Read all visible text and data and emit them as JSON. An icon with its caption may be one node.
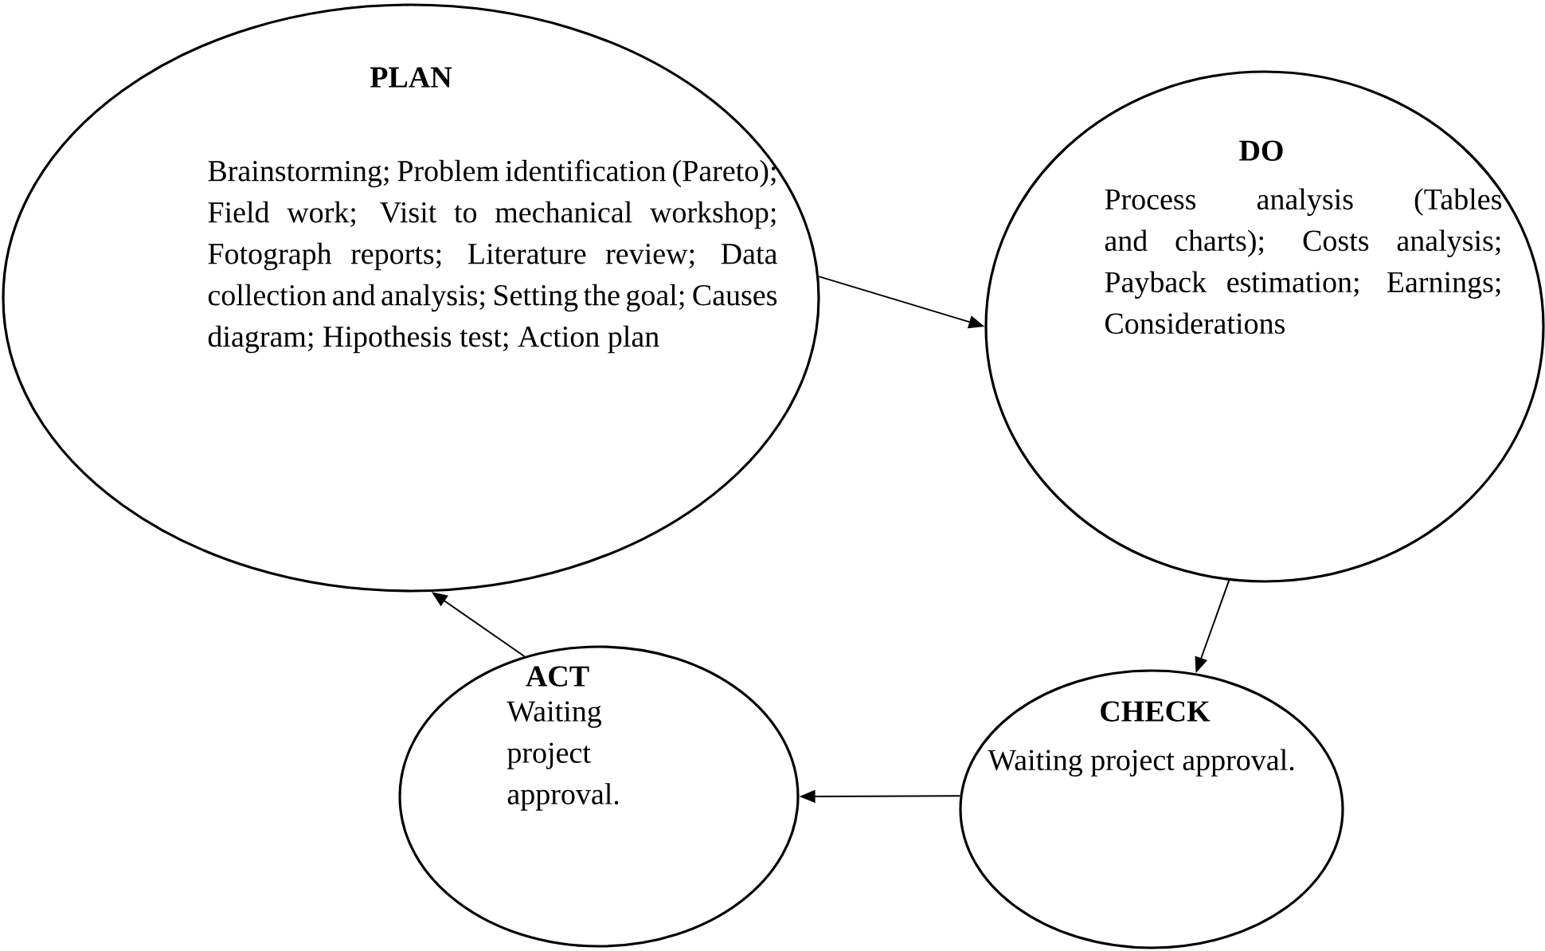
{
  "diagram": {
    "nodes": [
      {
        "text": [
          "PLAN",
          "Brainstorming; Problem identification (Pareto); Field work; Visit to mechanical workshop; Fotograph reports; Literature review; Data collection and analysis; Setting the goal; Causes diagram; Hipothesis test; Action plan"
        ]
      },
      {
        "text": [
          "DO",
          "Process analysis (Tables and charts); Costs analysis; Payback estimation; Earnings; Considerations"
        ]
      },
      {
        "text": [
          "CHECK",
          "Waiting project approval."
        ]
      },
      {
        "text": [
          "ACT",
          "Waiting project approval."
        ]
      }
    ],
    "edges": [
      {
        "from": 0,
        "to": 1,
        "arrow": "to"
      },
      {
        "from": 1,
        "to": 2,
        "arrow": "to"
      },
      {
        "from": 2,
        "to": 3,
        "arrow": "to"
      },
      {
        "from": 3,
        "to": 0,
        "arrow": "to"
      }
    ]
  }
}
